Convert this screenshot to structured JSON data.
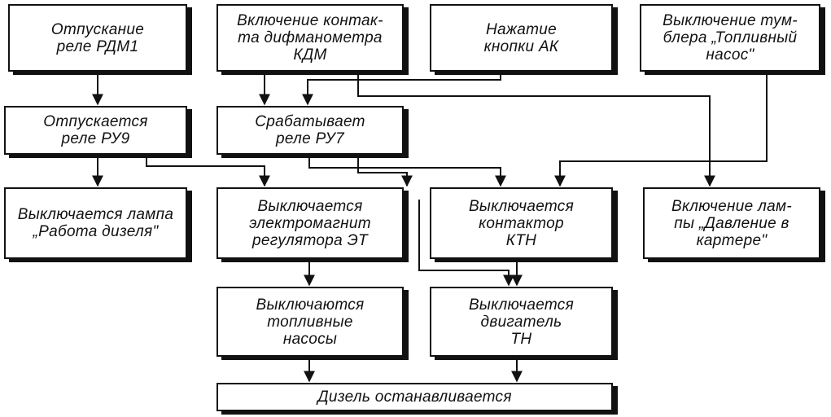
{
  "diagram": {
    "nodes": {
      "rdm1": "Отпускание\nреле РДМ1",
      "kdm": "Включение контак-\nта дифманометра\nКДМ",
      "ak": "Нажатие\nкнопки АК",
      "tumbler": "Выключение тум-\nблера „Топливный\nнасос\"",
      "ru9": "Отпускается\nреле РУ9",
      "ru7": "Срабатывает\nреле РУ7",
      "lamp_work": "Выключается лампа\n„Работа дизеля\"",
      "et": "Выключается\nэлектромагнит\nрегулятора ЭТ",
      "ktn": "Выключается\nконтактор\nКТН",
      "lamp_pressure": "Включение лам-\nпы „Давление в\nкартере\"",
      "pumps": "Выключаются\nтопливные\nнасосы",
      "tn": "Выключается\nдвигатель\nТН",
      "stop": "Дизель останавливается"
    },
    "colors": {
      "line": "#111111",
      "background": "#ffffff"
    }
  }
}
